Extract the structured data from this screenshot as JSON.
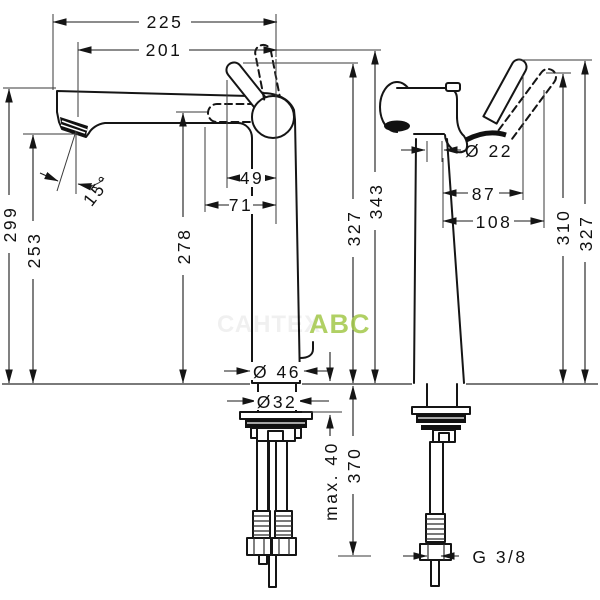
{
  "drawing_type": "faucet-installation-dimensions",
  "views": {
    "side": {
      "dims": {
        "total_width": "225",
        "spout_reach": "201",
        "spout_top_height": "299",
        "outlet_height": "253",
        "body_height": "278",
        "total_height": "343",
        "upper_height": "327",
        "handle_offset": "49",
        "handle_length": "71",
        "outlet_angle": "15°",
        "base_diameter": "Ø 46",
        "shank_diameter": "Ø32",
        "below_counter_length": "370",
        "max_counter_thickness": "max. 40"
      }
    },
    "front": {
      "dims": {
        "spout_diameter": "Ø 22",
        "handle_projection": "87",
        "handle_projection_max": "108",
        "handle_height": "310",
        "total_height": "327",
        "thread_size": "G 3/8"
      }
    }
  },
  "watermark": {
    "shop_gray": "САНТЕХ",
    "shop_green": "ABC",
    "green_color": "#a3c84a"
  }
}
